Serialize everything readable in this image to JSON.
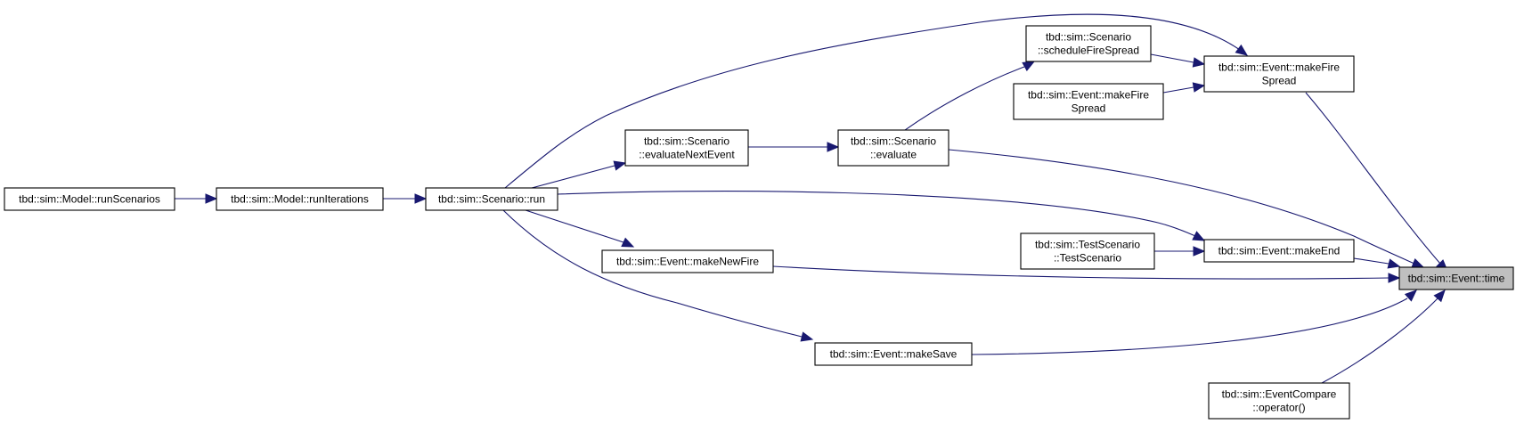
{
  "graph": {
    "title": "",
    "edge_color": "#191970",
    "focus_fill": "#bfbfbf",
    "nodes": [
      {
        "id": "time",
        "lines": [
          "tbd::sim::Event::time"
        ],
        "focus": true
      },
      {
        "id": "makeFireSpread1",
        "lines": [
          "tbd::sim::Event::makeFire",
          "Spread"
        ]
      },
      {
        "id": "scheduleFireSpread",
        "lines": [
          "tbd::sim::Scenario",
          "::scheduleFireSpread"
        ]
      },
      {
        "id": "makeFireSpread2",
        "lines": [
          "tbd::sim::Event::makeFire",
          "Spread"
        ]
      },
      {
        "id": "evaluateNextEvent",
        "lines": [
          "tbd::sim::Scenario",
          "::evaluateNextEvent"
        ]
      },
      {
        "id": "evaluate",
        "lines": [
          "tbd::sim::Scenario",
          "::evaluate"
        ]
      },
      {
        "id": "runScenarios",
        "lines": [
          "tbd::sim::Model::runScenarios"
        ]
      },
      {
        "id": "runIterations",
        "lines": [
          "tbd::sim::Model::runIterations"
        ]
      },
      {
        "id": "run",
        "lines": [
          "tbd::sim::Scenario::run"
        ]
      },
      {
        "id": "testScenario",
        "lines": [
          "tbd::sim::TestScenario",
          "::TestScenario"
        ]
      },
      {
        "id": "makeEnd",
        "lines": [
          "tbd::sim::Event::makeEnd"
        ]
      },
      {
        "id": "makeNewFire",
        "lines": [
          "tbd::sim::Event::makeNewFire"
        ]
      },
      {
        "id": "makeSave",
        "lines": [
          "tbd::sim::Event::makeSave"
        ]
      },
      {
        "id": "operator",
        "lines": [
          "tbd::sim::EventCompare",
          "::operator()"
        ]
      }
    ],
    "edges": [
      {
        "from": "makeFireSpread1",
        "to": "time"
      },
      {
        "from": "scheduleFireSpread",
        "to": "makeFireSpread1"
      },
      {
        "from": "makeFireSpread2",
        "to": "makeFireSpread1"
      },
      {
        "from": "run",
        "to": "makeFireSpread1"
      },
      {
        "from": "evaluate",
        "to": "scheduleFireSpread"
      },
      {
        "from": "evaluateNextEvent",
        "to": "evaluate"
      },
      {
        "from": "run",
        "to": "evaluateNextEvent"
      },
      {
        "from": "runIterations",
        "to": "run"
      },
      {
        "from": "runScenarios",
        "to": "runIterations"
      },
      {
        "from": "evaluate",
        "to": "time"
      },
      {
        "from": "run",
        "to": "makeEnd"
      },
      {
        "from": "testScenario",
        "to": "makeEnd"
      },
      {
        "from": "makeEnd",
        "to": "time"
      },
      {
        "from": "run",
        "to": "makeNewFire"
      },
      {
        "from": "makeNewFire",
        "to": "time"
      },
      {
        "from": "run",
        "to": "makeSave"
      },
      {
        "from": "makeSave",
        "to": "time"
      },
      {
        "from": "operator",
        "to": "time"
      }
    ]
  }
}
